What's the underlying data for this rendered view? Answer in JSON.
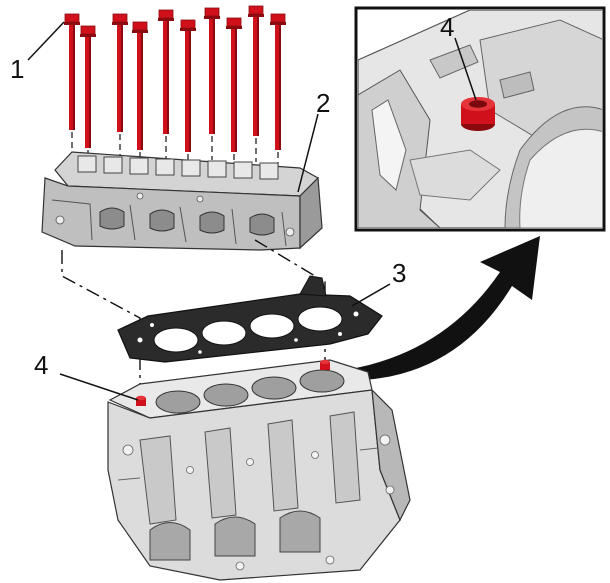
{
  "callouts": {
    "bolts": "1",
    "cylinder_head": "2",
    "head_gasket": "3",
    "dowel_sleeve_main": "4",
    "dowel_sleeve_detail": "4"
  },
  "colors": {
    "bolt_red": "#d0101a",
    "bolt_dark_red": "#8a0a10",
    "metal_light": "#e4e4e4",
    "metal_mid": "#bdbdbd",
    "metal_dark": "#7d7d7d",
    "gasket_dark": "#2b2b2b",
    "outline": "#1a1a1a",
    "detail_frame": "#111111"
  },
  "icons": {
    "detail_arrow": "curved-arrow-icon"
  }
}
